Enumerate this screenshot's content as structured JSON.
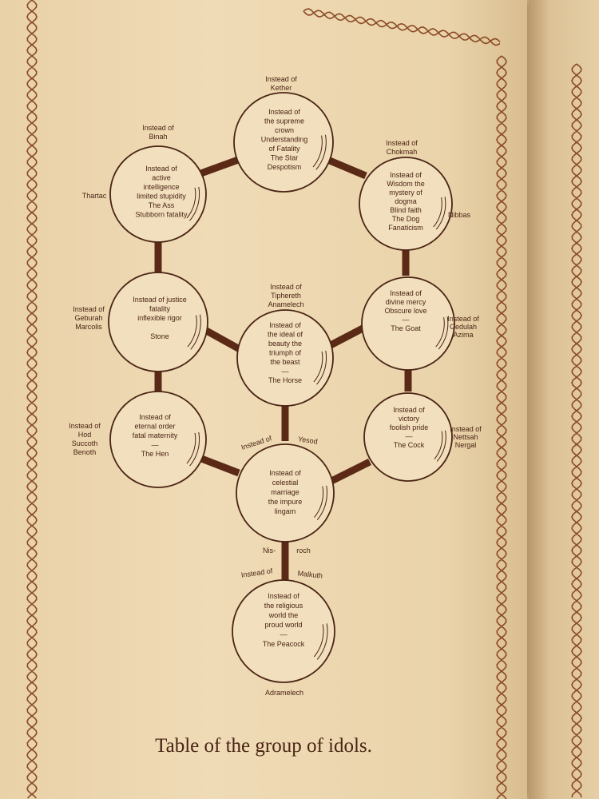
{
  "nodes": {
    "kether": [
      "Instead of",
      "the supreme",
      "crown",
      "Understanding",
      "of Fatality",
      "The Star",
      "Despotism"
    ],
    "binah": [
      "Instead of",
      "active",
      "intelligence",
      "limited stupidity",
      "The Ass",
      "Stubborn fatality"
    ],
    "chokmah": [
      "Instead of",
      "Wisdom the",
      "mystery of",
      "dogma",
      "Blind faith",
      "The Dog",
      "Fanaticism"
    ],
    "geburah": [
      "Instead of  justice",
      "fatality",
      "inflexible rigor",
      "",
      "Stone"
    ],
    "tiphereth": [
      "Instead of",
      "the ideal of",
      "beauty the",
      "triumph of",
      "the beast",
      "—",
      "The Horse"
    ],
    "gedulah": [
      "Instead of",
      "divine mercy",
      "Obscure love",
      "—",
      "The Goat"
    ],
    "hod": [
      "Instead of",
      "eternal order",
      "fatal maternity",
      "—",
      "The Hen"
    ],
    "nettsah": [
      "Instead of",
      "victory",
      "foolish pride",
      "—",
      "The Cock"
    ],
    "yesod": [
      "Instead of",
      "celestial",
      "marriage",
      "the impure",
      "lingam"
    ],
    "malkuth": [
      "Instead of",
      "the religious",
      "world the",
      "proud world",
      "—",
      "The Peacock"
    ]
  },
  "labels": {
    "kether_top": [
      "Instead of",
      "Kether"
    ],
    "binah_top": [
      "Instead of",
      "Binah"
    ],
    "chokmah_top": [
      "Instead of",
      "Chokmah"
    ],
    "thartac": [
      "Thartac"
    ],
    "nibbas": [
      "Nibbas"
    ],
    "tiphereth_top": [
      "Instead of",
      "Tiphereth",
      "Anamelech"
    ],
    "geburah_left": [
      "Instead of",
      "Geburah",
      "Marcolis"
    ],
    "gedulah_right": [
      "Instead of",
      "Gedulah",
      "Azima"
    ],
    "hod_left": [
      "Instead of",
      "Hod",
      "Succoth",
      "Benoth"
    ],
    "nettsah_right": [
      "Instead of",
      "Nettsah",
      "Nergal"
    ],
    "yesod_a": "Instead of",
    "yesod_b": "Yesod",
    "nisroch_a": "Nis-",
    "nisroch_b": "roch",
    "malkuth_a": "Instead of",
    "malkuth_b": "Malkuth",
    "adramelech": "Adramelech"
  },
  "caption": "Table of the group of idols."
}
